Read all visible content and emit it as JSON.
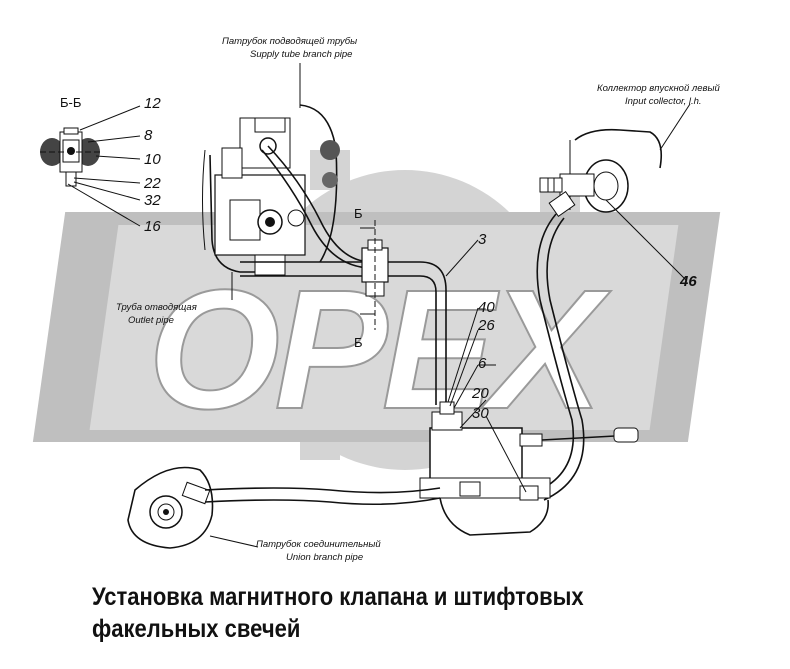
{
  "section": {
    "label": "Б-Б"
  },
  "callouts": {
    "n12": "12",
    "n8": "8",
    "n10": "10",
    "n22": "22",
    "n32": "32",
    "n16": "16",
    "n3": "3",
    "n40": "40",
    "n26": "26",
    "n6": "6",
    "n20": "20",
    "n30": "30",
    "n46": "46"
  },
  "section_marks": {
    "top": "Б",
    "bottom": "Б"
  },
  "labels": {
    "supply_ru": "Патрубок подводящей трубы",
    "supply_en": "Supply tube branch pipe",
    "collector_ru": "Коллектор впускной левый",
    "collector_en": "Input collector, l.h.",
    "outlet_ru": "Труба отводящая",
    "outlet_en": "Outlet pipe",
    "union_ru": "Патрубок соединительный",
    "union_en": "Union branch pipe"
  },
  "watermark": {
    "text": "OPEX"
  },
  "caption": {
    "line1": "Установка магнитного клапана и штифтовых",
    "line2": "факельных  свечей"
  },
  "colors": {
    "ink": "#111111",
    "watermark": "#cfcfcf"
  }
}
